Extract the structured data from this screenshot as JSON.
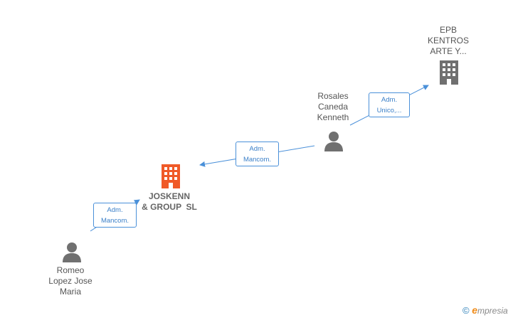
{
  "nodes": {
    "epb": {
      "lines": [
        "EPB",
        "KENTROS",
        "ARTE Y..."
      ]
    },
    "rosales": {
      "lines": [
        "Rosales",
        "Caneda",
        "Kenneth"
      ]
    },
    "joskenn": {
      "lines": [
        "JOSKENN",
        "& GROUP  SL"
      ]
    },
    "romeo": {
      "lines": [
        "Romeo",
        "Lopez Jose",
        "Maria"
      ]
    }
  },
  "edges": {
    "rosales_to_epb": {
      "lines": [
        "Adm.",
        "Unico,..."
      ]
    },
    "rosales_to_joskenn": {
      "lines": [
        "Adm.",
        "Mancom."
      ]
    },
    "romeo_to_joskenn": {
      "lines": [
        "Adm.",
        "Mancom."
      ]
    }
  },
  "colors": {
    "edge": "#4a90d9",
    "company_main": "#f05a28",
    "company": "#707070",
    "person": "#707070"
  },
  "footer": {
    "copyright": "©",
    "brand_first": "e",
    "brand_rest": "mpresia"
  }
}
